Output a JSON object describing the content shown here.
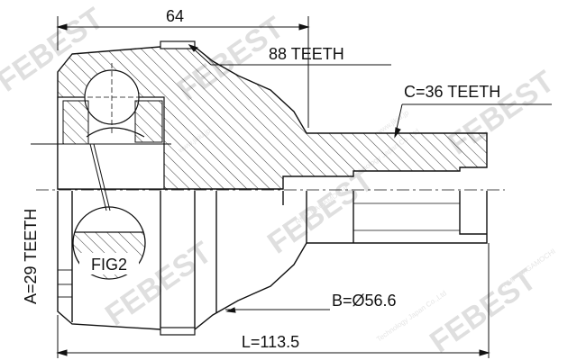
{
  "watermark": {
    "brand": "FEBEST",
    "small_lines": [
      "RMP NAGAMOCHI",
      "Technology Japan Co.,Ltd",
      "www.jikiu.jp"
    ]
  },
  "labels": {
    "width_dim": "64",
    "gear_teeth": "88 TEETH",
    "c_teeth": "C=36 TEETH",
    "a_teeth": "A=29 TEETH",
    "fig": "FIG2",
    "b_diameter": "B=Ø56.6",
    "length": "L=113.5"
  },
  "colors": {
    "line": "#111111",
    "watermark": "#dcdcdc"
  }
}
